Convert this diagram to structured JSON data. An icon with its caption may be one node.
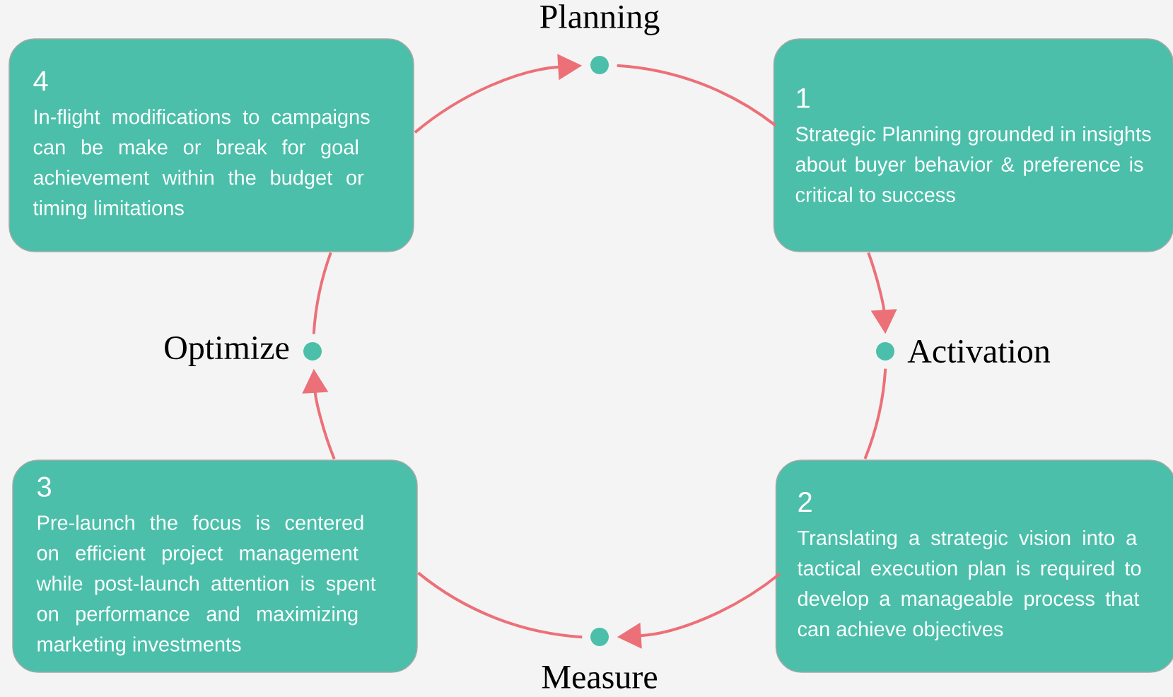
{
  "diagram": {
    "nodes": [
      {
        "text": [],
        "shape": "circle",
        "beside": [
          "Planning"
        ]
      },
      {
        "text": [
          "1",
          "Strategic Planning grounded in insights about buyer behavior & preference is critical to success"
        ]
      },
      {
        "text": [],
        "shape": "circle",
        "beside": [
          "Activation"
        ]
      },
      {
        "text": [
          "2",
          "Translating a strategic vision into a tactical execution plan is required to develop a manageable process that can achieve objectives"
        ]
      },
      {
        "text": [],
        "shape": "circle",
        "beside": [
          "Measure"
        ]
      },
      {
        "text": [
          "3",
          "Pre-launch the focus is centered on efficient project management while post-launch attention is spent on performance and maximizing marketing investments"
        ]
      },
      {
        "text": [],
        "shape": "circle",
        "beside": [
          "Optimize"
        ]
      },
      {
        "text": [
          "4",
          "In-flight modifications to campaigns can be make or break for goal achievement within the budget or timing limitations"
        ]
      }
    ],
    "edges": [
      {
        "from": 0,
        "to": 1,
        "arrow": "none"
      },
      {
        "from": 1,
        "to": 2,
        "arrow": "to"
      },
      {
        "from": 2,
        "to": 3,
        "arrow": "none"
      },
      {
        "from": 3,
        "to": 4,
        "arrow": "to"
      },
      {
        "from": 4,
        "to": 5,
        "arrow": "none"
      },
      {
        "from": 5,
        "to": 6,
        "arrow": "to"
      },
      {
        "from": 6,
        "to": 7,
        "arrow": "none"
      },
      {
        "from": 7,
        "to": 0,
        "arrow": "to"
      }
    ]
  }
}
